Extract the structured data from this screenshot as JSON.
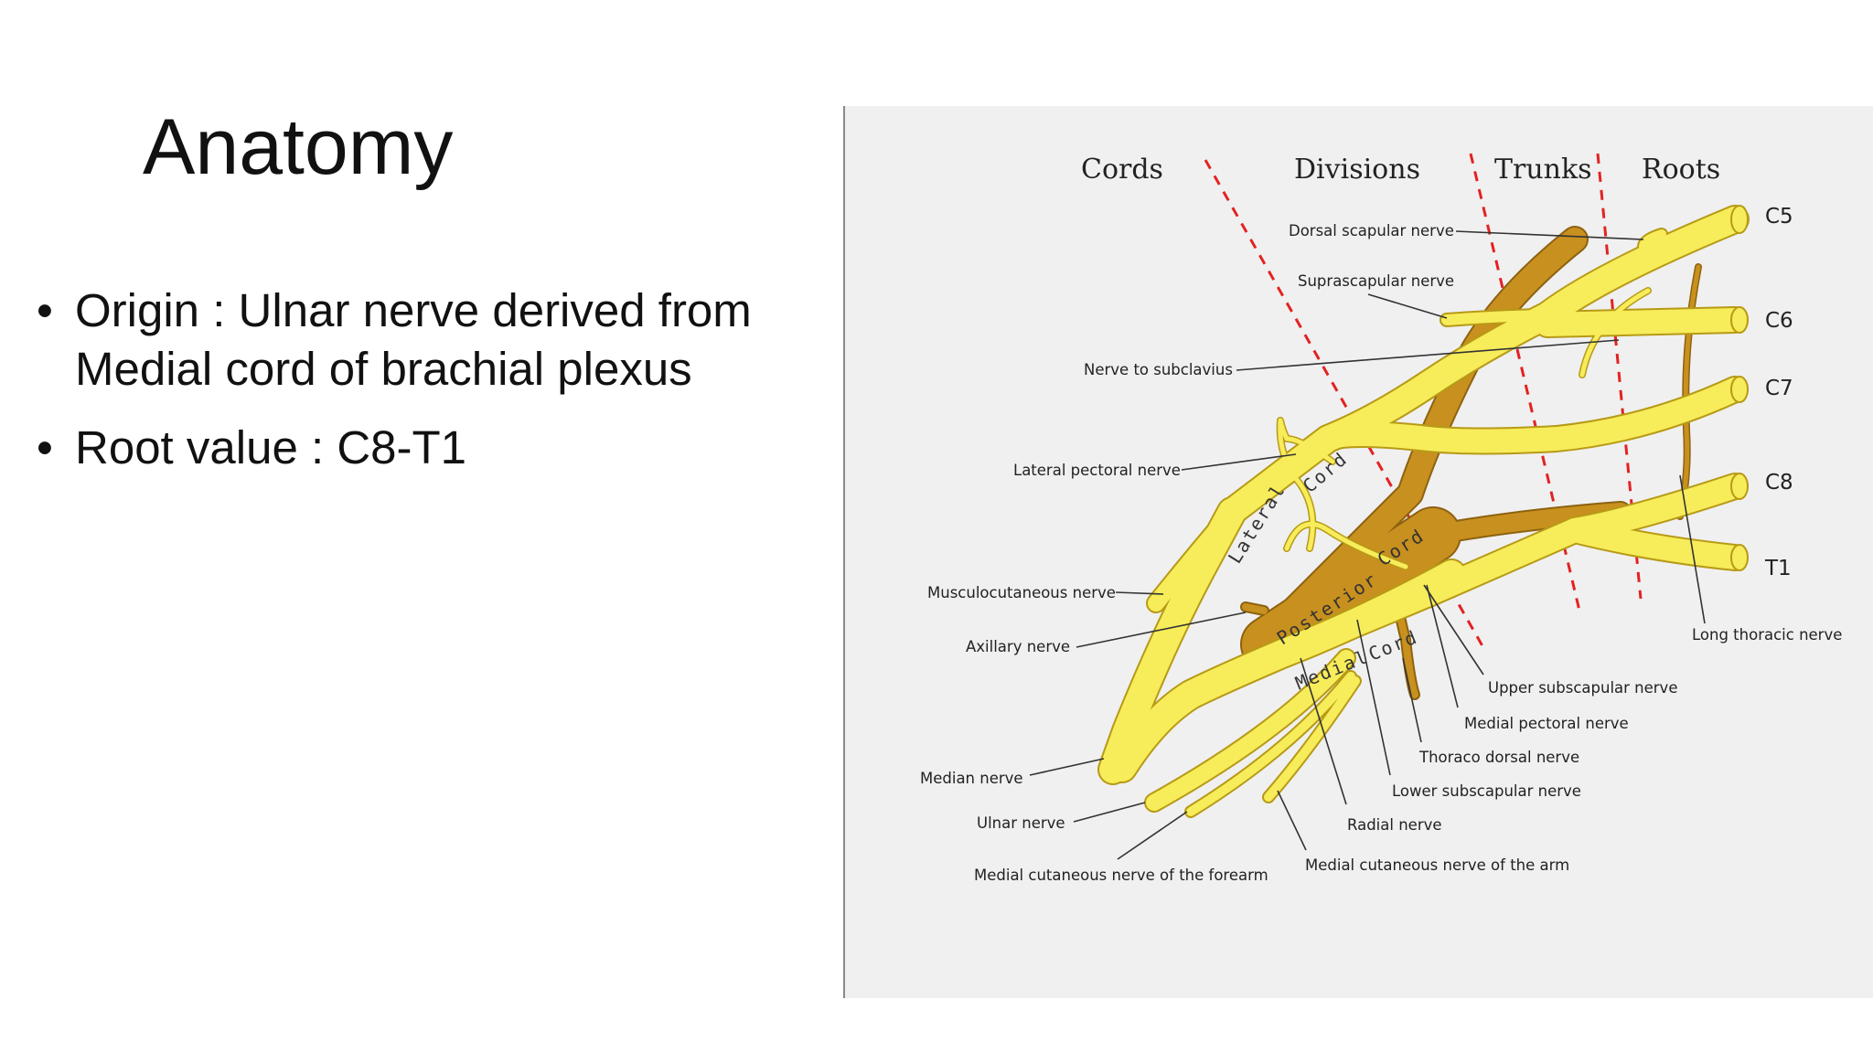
{
  "slide": {
    "title": "Anatomy",
    "bullets": [
      "Origin : Ulnar nerve derived from Medial cord of brachial plexus",
      "Root value : C8-T1"
    ]
  },
  "diagram": {
    "columns": [
      "Cords",
      "Divisions",
      "Trunks",
      "Roots"
    ],
    "roots": [
      "C5",
      "C6",
      "C7",
      "C8",
      "T1"
    ],
    "cords": [
      "Lateral",
      "Cord",
      "Posterior",
      "Cord",
      "Medial",
      "Cord"
    ],
    "labels": {
      "dorsal_scapular": "Dorsal scapular nerve",
      "suprascapular": "Suprascapular nerve",
      "subclavius": "Nerve to subclavius",
      "lateral_pectoral": "Lateral pectoral nerve",
      "musculocutaneous": "Musculocutaneous nerve",
      "axillary": "Axillary nerve",
      "median": "Median nerve",
      "ulnar": "Ulnar nerve",
      "medial_cut_forearm": "Medial cutaneous nerve of the forearm",
      "medial_cut_arm": "Medial cutaneous nerve of the arm",
      "radial": "Radial nerve",
      "lower_subscapular": "Lower subscapular nerve",
      "thoraco_dorsal": "Thoraco dorsal nerve",
      "medial_pectoral": "Medial pectoral nerve",
      "upper_subscapular": "Upper subscapular nerve",
      "long_thoracic": "Long thoracic nerve"
    },
    "colors": {
      "nerve_yellow": "#f7ec5a",
      "posterior_brown": "#c8901e",
      "divider_red": "#e32222",
      "background": "#f0f0f0"
    }
  }
}
